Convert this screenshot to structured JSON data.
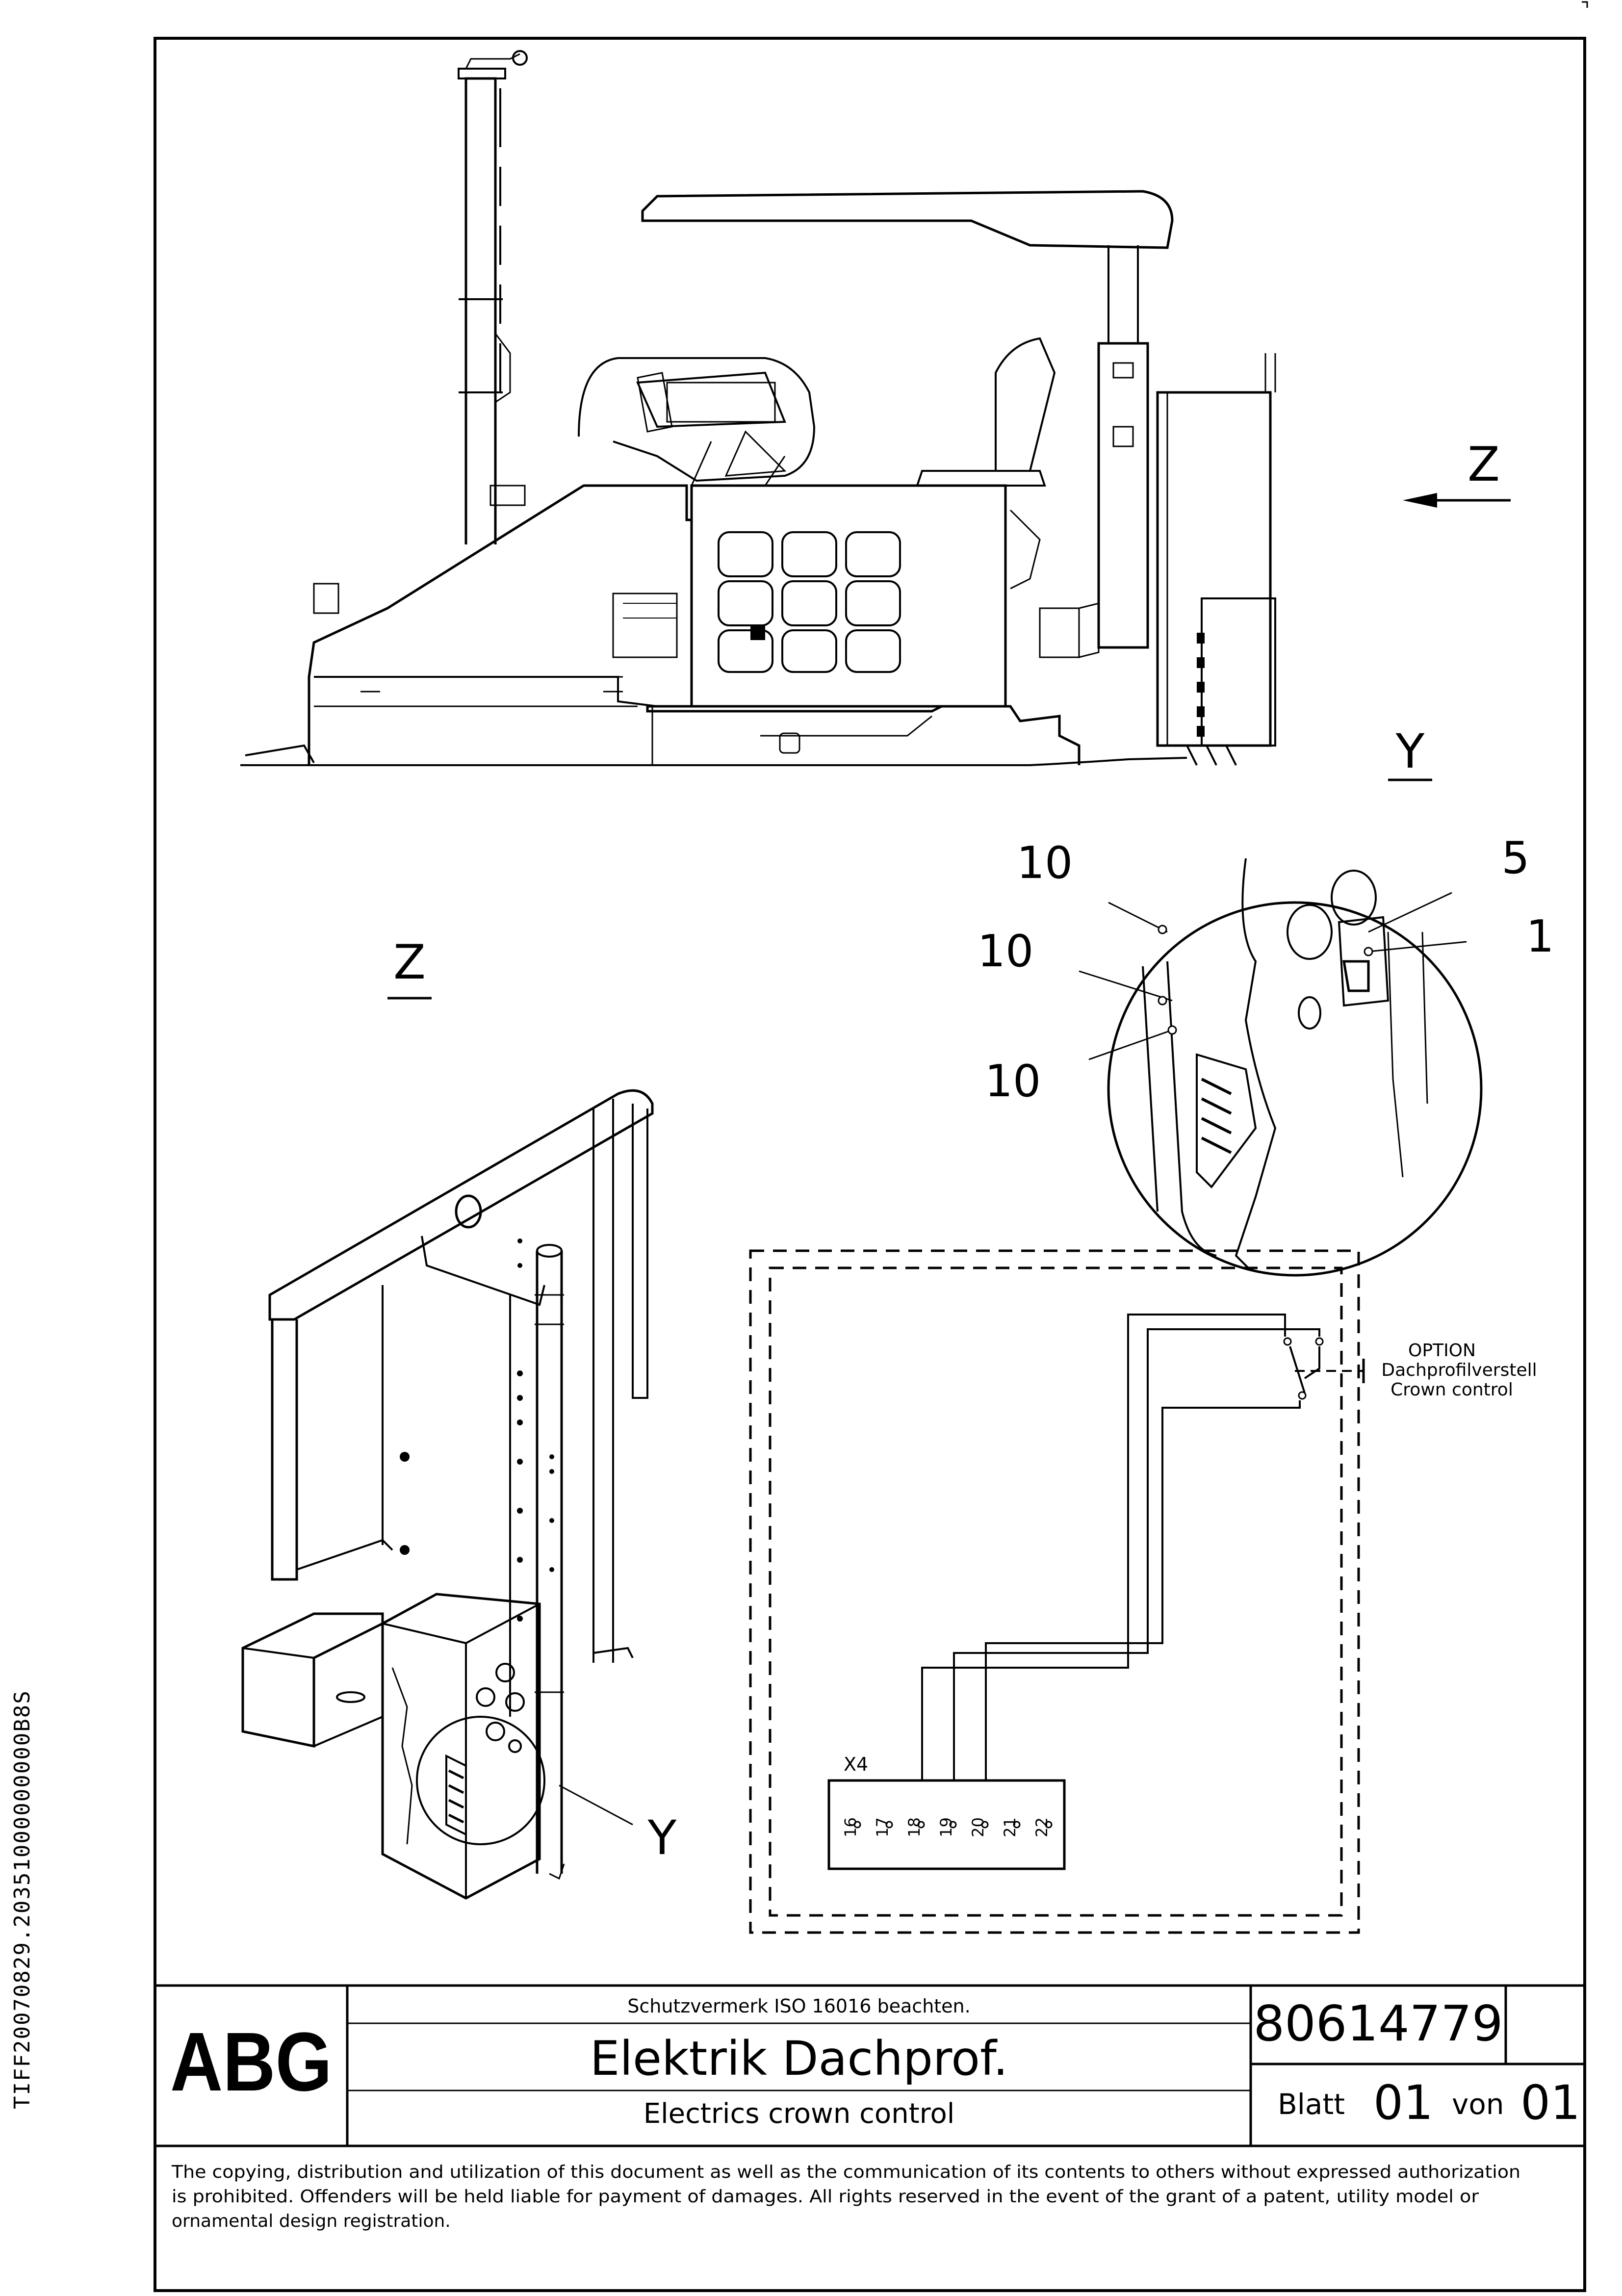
{
  "drawing": {
    "view_labels": {
      "z_arrow": "Z",
      "y_side": "Y",
      "z_section": "Z",
      "y_callout": "Y"
    },
    "detail_callouts": [
      "10",
      "10",
      "10",
      "5",
      "1"
    ],
    "wiring": {
      "option_lines": [
        "OPTION",
        "Dachprofilverstell",
        "Crown control"
      ],
      "terminal_block": "X4",
      "terminals": [
        "16",
        "17",
        "18",
        "19",
        "20",
        "21",
        "22"
      ]
    }
  },
  "title_block": {
    "logo": "ABG",
    "protection_note": "Schutzvermerk ISO 16016 beachten.",
    "title_de": "Elektrik Dachprof.",
    "title_en": "Electrics crown control",
    "part_number": "80614779",
    "sheet_label": "Blatt",
    "sheet_number": "01",
    "of_label": "von",
    "sheet_total": "01"
  },
  "copyright_lines": [
    "The copying, distribution and utilization of this document as well as the communication of its contents to others without expressed authorization",
    "is prohibited. Offenders will be held liable for payment of damages. All rights reserved in the event of the grant of a patent, utility model or",
    "ornamental design registration."
  ],
  "side_code": "TIFF20070829.20351000000000B8S"
}
